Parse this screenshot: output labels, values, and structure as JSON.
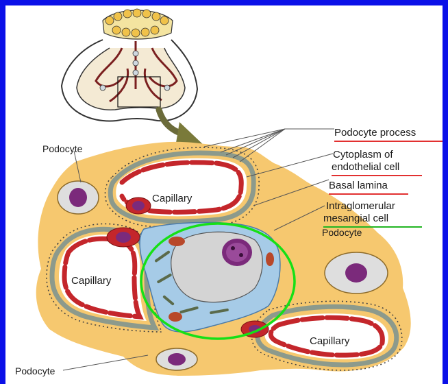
{
  "diagram": {
    "callouts": [
      {
        "id": "podocyte-process",
        "text": "Podocyte process",
        "underline": "#e23030"
      },
      {
        "id": "cytoplasm-1",
        "text": "Cytoplasm of",
        "underline": null
      },
      {
        "id": "cytoplasm-2",
        "text": "endothelial cell",
        "underline": "#e23030"
      },
      {
        "id": "basal-lamina",
        "text": "Basal lamina",
        "underline": "#e23030"
      },
      {
        "id": "mesangial-1",
        "text": "Intraglomerular",
        "underline": null
      },
      {
        "id": "mesangial-2",
        "text": "mesangial cell",
        "underline": "#22b522"
      }
    ],
    "labels": {
      "podocyte_top_left": "Podocyte",
      "podocyte_right": "Podocyte",
      "podocyte_bottom_left": "Podocyte",
      "capillary_top": "Capillary",
      "capillary_left": "Capillary",
      "capillary_bottom_right": "Capillary"
    },
    "colors": {
      "frame": "#0b10e8",
      "podocyte_fill": "#f6c86f",
      "capillary_wall": "#8c9a8c",
      "endothelium": "#c4262b",
      "mesangial_cell": "#a6cbe7",
      "highlight_ring": "#16e016"
    }
  }
}
